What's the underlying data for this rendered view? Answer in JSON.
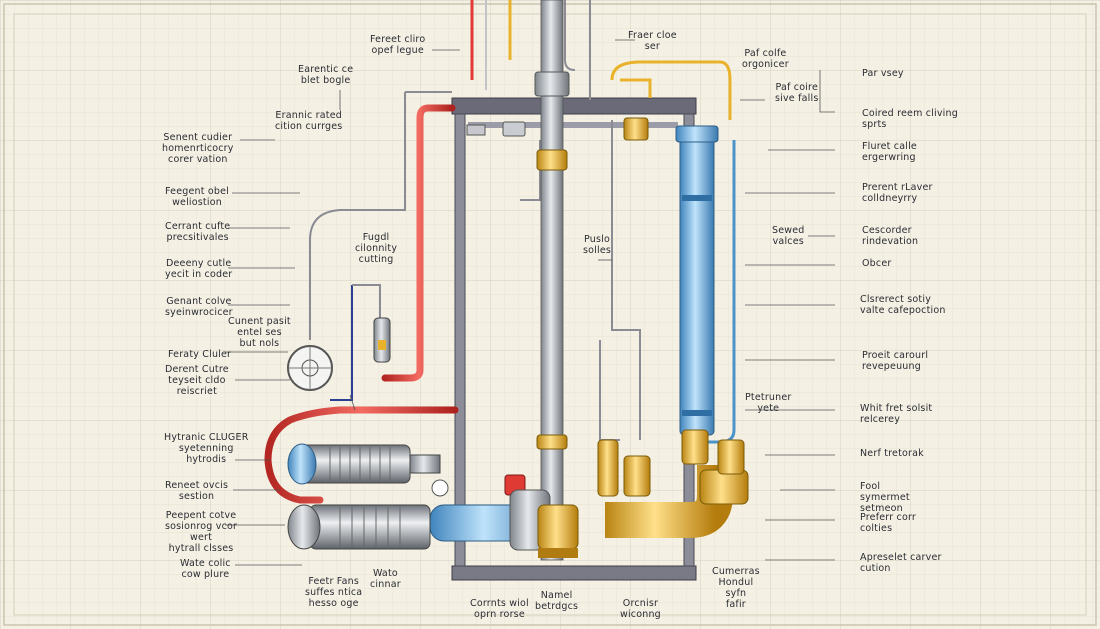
{
  "diagram": {
    "colors": {
      "paper": "#f4f1e4",
      "grid": "#d9d7c7",
      "hot_line": "#e03a34",
      "cold_line": "#4b93c9",
      "gold_line": "#e8b22a",
      "steel": "#a8adb4",
      "frame": "#5b5b6a"
    },
    "labels": {
      "top_1": "Fereet cliro\nopef legue",
      "top_2": "Fraer cloe\nser",
      "top_3": "Paf colfe\norgonicer",
      "left_1": "Earentic ce\nblet bogle",
      "left_2": "Erannic rated\ncition currges",
      "left_3": "Senent cudier\nhomenrticocry\ncorer vation",
      "left_4": "Feegent obel\nweliostion",
      "left_5": "Cerrant cufte\nprecsitivales",
      "left_6": "Deeeny cutle\nyecit in coder",
      "left_7": "Genant colve\nsyeinwrocicer",
      "left_8": "Feraty Cluler",
      "left_9": "Derent Cutre\nteyseit cldo\nreiscriet",
      "left_10": "Hytranic CLUGER\nsyetenning\nhytrodis",
      "left_11": "Reneet ovcis\nsestion",
      "left_12": "Peepent cotve\nsosionrog vcor\nwert\nhytrall clsses",
      "left_13": "Wate colic\ncow plure",
      "inner_1": "Fugdl\ncilonnity\ncutting",
      "inner_2": "Cunent pasit\nentel ses\nbut nols",
      "inner_3": "Puslo\nsolles",
      "bottom_1": "Feetr Fans\nsuffes ntica\nhesso oge",
      "bottom_2": "Wato\ncinnar",
      "bottom_3": "Corrnts wiol\noprn rorse",
      "bottom_4": "Namel\nbetrdgcs",
      "bottom_5": "Orcnisr\nwiconng",
      "bottom_6": "Cumerras\nHondul\nsyfn\nfafir",
      "right_1": "Paf coire\nsive falls",
      "right_2": "Par vsey",
      "right_3": "Coired reem cliving\nsprts",
      "right_4": "Fluret calle\nergerwring",
      "right_5": "Prerent rLaver\ncolldneyrry",
      "right_6": "Sewed\nvalces",
      "right_7": "Cescorder\nrindevation",
      "right_8": "Obcer",
      "right_9": "Clsrerect sotiy\nvalte cafepoction",
      "right_10": "Proeit carourl\nrevepeuung",
      "right_11": "Ptetruner\nyete",
      "right_12": "Whit fret solsit\nrelcerey",
      "right_13": "Nerf tretorak",
      "right_14": "Fool\nsymermet\nsetmeon",
      "right_15": "Preferr corr\ncolties",
      "right_16": "Apreselet carver\ncution"
    }
  }
}
